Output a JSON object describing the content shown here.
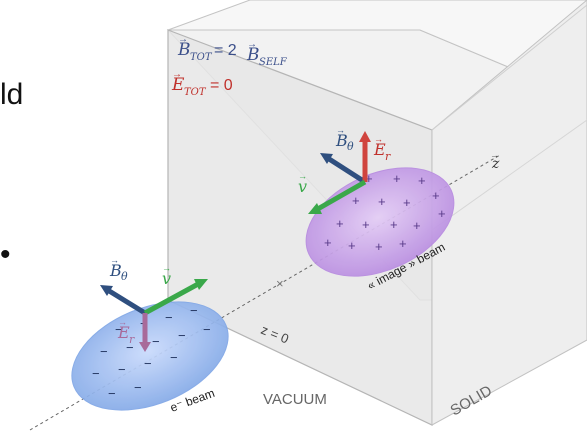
{
  "equations": {
    "b_label": "B",
    "b_sub_tot": "TOT",
    "b_eq": "= 2",
    "b_label2": "B",
    "b_sub_self": "SELF",
    "e_label": "E",
    "e_sub_tot": "TOT",
    "e_eq": "= 0"
  },
  "field_labels": {
    "b_theta": "B",
    "theta_sub": "θ",
    "e_r": "E",
    "r_sub": "r",
    "v": "v"
  },
  "labels": {
    "z_axis": "z",
    "z_zero": "z = 0",
    "electron_beam": "e⁻ beam",
    "image_beam": "« image » beam",
    "vacuum": "VACUUM",
    "solid": "SOLID"
  },
  "slide_fragments": {
    "top": "ld",
    "bullet": "•"
  },
  "colors": {
    "b_field": "#2f4f7f",
    "e_field_top": "#d0443e",
    "e_field_bottom": "#a86a9a",
    "velocity": "#3aa84a",
    "electron_beam": "#7fa6e6",
    "image_beam": "#b78ae0",
    "b_text": "#3b4f8a",
    "e_text": "#c0302b"
  }
}
